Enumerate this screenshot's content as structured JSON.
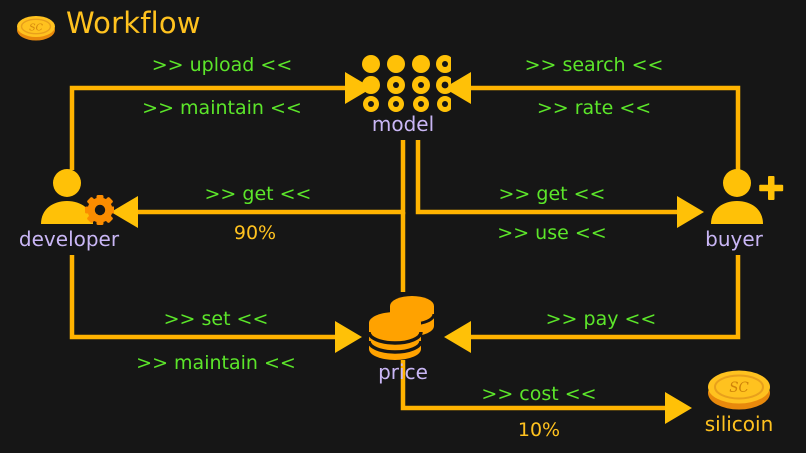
{
  "header": {
    "title": "Workflow",
    "coin_icon": "silicoin-coin-icon",
    "coin_text": "SC"
  },
  "colors": {
    "background": "#161616",
    "arrow": "#ffb300",
    "accent_orange": "#ffc21f",
    "edge_label_green": "#5ce62a",
    "node_label_purple": "#c9b6f5",
    "icon_orange": "#ffc107",
    "gear_orange": "#fb8c00"
  },
  "nodes": [
    {
      "id": "model",
      "label": "model",
      "icon": "neural-net-grid-icon",
      "label_color": "purple"
    },
    {
      "id": "developer",
      "label": "developer",
      "icon": "user-gear-icon",
      "label_color": "purple"
    },
    {
      "id": "buyer",
      "label": "buyer",
      "icon": "user-plus-icon",
      "label_color": "purple"
    },
    {
      "id": "price",
      "label": "price",
      "icon": "coin-stack-icon",
      "label_color": "purple"
    },
    {
      "id": "silicoin",
      "label": "silicoin",
      "icon": "silicoin-coin-icon",
      "label_color": "orange",
      "coin_text": "SC"
    }
  ],
  "edges": [
    {
      "id": "developer-to-model",
      "from": "developer",
      "to": "model",
      "above": ">> upload <<",
      "below": ">> maintain <<"
    },
    {
      "id": "buyer-to-model",
      "from": "buyer",
      "to": "model",
      "above": ">> search <<",
      "below": ">> rate <<"
    },
    {
      "id": "model-to-developer",
      "from": "model",
      "to": "developer",
      "above": ">> get <<",
      "below": "90%"
    },
    {
      "id": "model-to-buyer",
      "from": "model",
      "to": "buyer",
      "above": ">> get <<",
      "below": ">> use <<"
    },
    {
      "id": "developer-to-price",
      "from": "developer",
      "to": "price",
      "above": ">> set <<",
      "below": ">> maintain <<"
    },
    {
      "id": "buyer-to-price",
      "from": "buyer",
      "to": "price",
      "above": ">> pay <<",
      "below": ""
    },
    {
      "id": "price-to-silicoin",
      "from": "price",
      "to": "silicoin",
      "above": ">> cost <<",
      "below": "10%"
    }
  ],
  "edge_labels": {
    "upload": ">> upload <<",
    "maintain_top": ">> maintain <<",
    "search": ">> search <<",
    "rate": ">> rate <<",
    "get_left": ">> get <<",
    "ninety_percent": "90%",
    "get_right": ">> get <<",
    "use": ">> use <<",
    "set": ">> set <<",
    "maintain_bottom": ">> maintain <<",
    "pay": ">> pay <<",
    "cost": ">> cost <<",
    "ten_percent": "10%"
  }
}
